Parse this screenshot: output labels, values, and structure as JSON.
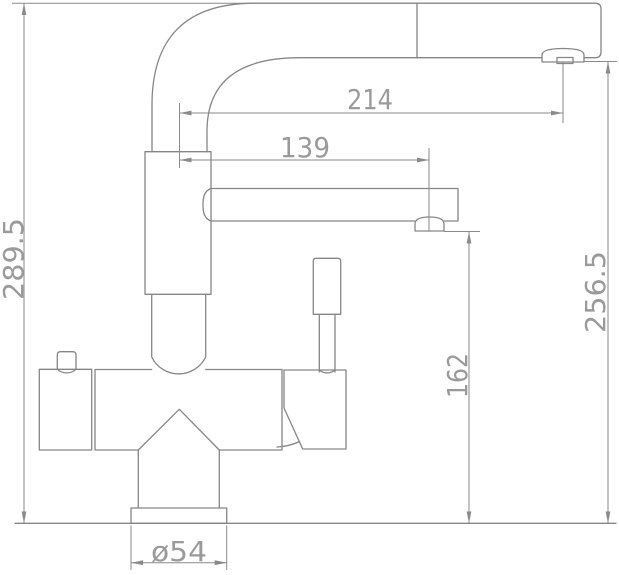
{
  "drawing": {
    "title": "faucet-technical-drawing",
    "subject": "three-way kitchen mixer tap, side elevation with dimensions",
    "units": "mm",
    "style": {
      "background": "#ffffff",
      "line_color": "#868686",
      "dimension_line_color": "#8a8a8a",
      "text_color": "#9a9a9a"
    },
    "dims": {
      "total_height": "289.5",
      "top_spout_reach": "214",
      "lower_spout_reach": "139",
      "top_outlet_height": "256.5",
      "lower_outlet_height": "162",
      "base_diameter": "ø54"
    }
  }
}
